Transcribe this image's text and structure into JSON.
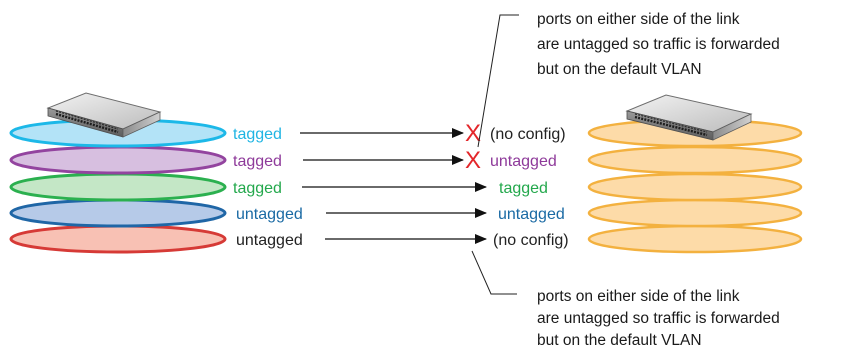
{
  "annotations": {
    "top": [
      "ports on either side of the link",
      "are untagged so traffic is forwarded",
      "but on the default VLAN"
    ],
    "bottom": [
      "ports on either side of the link",
      "are untagged so traffic is forwarded",
      "but on the default VLAN"
    ]
  },
  "links": [
    {
      "left_label": "tagged",
      "right_label": "(no config)",
      "mismatch": true,
      "left_color": "#1fb5e3",
      "right_color": "#222222",
      "fill": "#b3e3f7",
      "stroke": "#1cb8e8"
    },
    {
      "left_label": "tagged",
      "right_label": "untagged",
      "mismatch": true,
      "left_color": "#8e3a9a",
      "right_color": "#8e3a9a",
      "fill": "#d7bfe0",
      "stroke": "#93449f"
    },
    {
      "left_label": "tagged",
      "right_label": "tagged",
      "mismatch": false,
      "left_color": "#23a84c",
      "right_color": "#23a84c",
      "fill": "#c4e7c6",
      "stroke": "#2bb04f"
    },
    {
      "left_label": "untagged",
      "right_label": "untagged",
      "mismatch": false,
      "left_color": "#1a6aa4",
      "right_color": "#1a6aa4",
      "fill": "#b6cae8",
      "stroke": "#1f66a6"
    },
    {
      "left_label": "untagged",
      "right_label": "(no config)",
      "mismatch": false,
      "left_color": "#222222",
      "right_color": "#222222",
      "fill": "#f8c1b4",
      "stroke": "#d63a36"
    }
  ],
  "right_switch_layers": {
    "fill": "#fddba8",
    "stroke": "#f3b13f"
  },
  "mismatch_mark": {
    "glyph": "X",
    "color": "#e3262a"
  },
  "icons": [
    "left-switch-icon",
    "right-switch-icon"
  ]
}
